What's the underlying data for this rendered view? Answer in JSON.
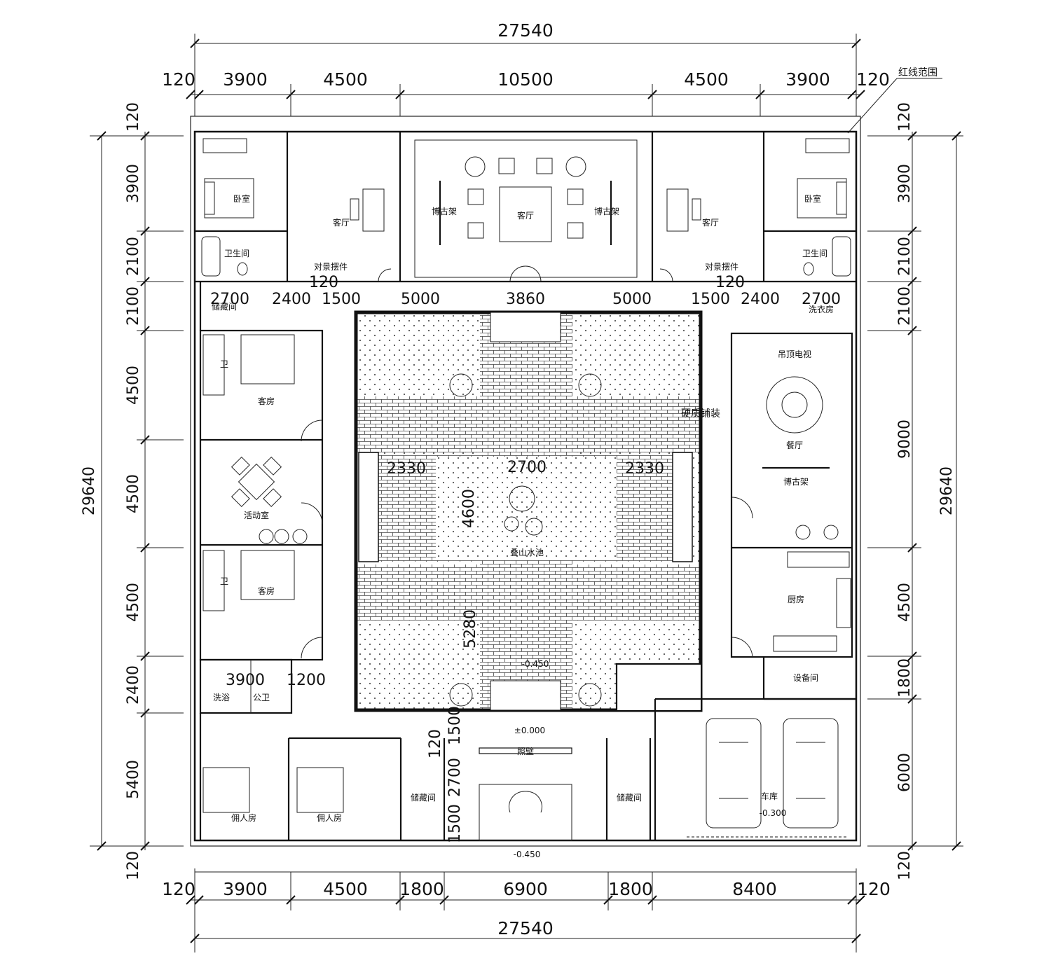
{
  "dimensions": {
    "top_overall": "27540",
    "top_segments": [
      "120",
      "3900",
      "4500",
      "10500",
      "4500",
      "3900",
      "120"
    ],
    "bottom_overall": "27540",
    "bottom_segments": [
      "120",
      "3900",
      "4500",
      "1800",
      "6900",
      "1800",
      "8400",
      "120"
    ],
    "left_overall": "29640",
    "left_segments": [
      "120",
      "3900",
      "2100",
      "2100",
      "4500",
      "4500",
      "4500",
      "2400",
      "5400",
      "120"
    ],
    "right_overall": "29640",
    "right_segments": [
      "120",
      "3900",
      "2100",
      "2100",
      "9000",
      "4500",
      "1800",
      "6000",
      "120"
    ],
    "inner_row": [
      "2700",
      "2400",
      "1500",
      "5000",
      "3860",
      "5000",
      "1500",
      "2400",
      "2700"
    ],
    "inner_120_left": "120",
    "inner_120_right": "120",
    "court_left": "2330",
    "court_center": "2700",
    "court_right": "2330",
    "court_height": "4600",
    "court_lower": "5280",
    "bath_left": "3900",
    "bath_right": "1200",
    "gate_120": "120",
    "gate_1500a": "1500",
    "gate_2700": "2700",
    "gate_1500b": "1500"
  },
  "labels": {
    "redline": "红线范围",
    "hardscape": "硬质铺装",
    "rockery_pool": "叠山水池",
    "screen_wall": "照壁",
    "ceiling_tv": "吊顶电视",
    "level_court": "-0.450",
    "level_gate": "±0.000",
    "level_garage": "-0.300",
    "level_street": "-0.450"
  },
  "rooms": {
    "bedroom_left": "卧室",
    "bedroom_right": "卧室",
    "bath_left": "卫生间",
    "bath_right": "卫生间",
    "living_left": "客厅",
    "living_center": "客厅",
    "living_right": "客厅",
    "shelf_left": "博古架",
    "shelf_right": "博古架",
    "display_left": "对景摆件",
    "display_right": "对景摆件",
    "storage_top_left": "储藏间",
    "laundry": "洗衣房",
    "guest_1": "客房",
    "guest_2": "客房",
    "wc_1": "卫",
    "wc_2": "卫",
    "activity": "活动室",
    "dining": "餐厅",
    "shelf_dining": "博古架",
    "kitchen": "厨房",
    "equipment": "设备间",
    "shower": "洗浴",
    "public_wc": "公卫",
    "servant_1": "佣人房",
    "servant_2": "佣人房",
    "storage_a": "储藏间",
    "storage_b": "储藏间",
    "garage": "车库"
  }
}
